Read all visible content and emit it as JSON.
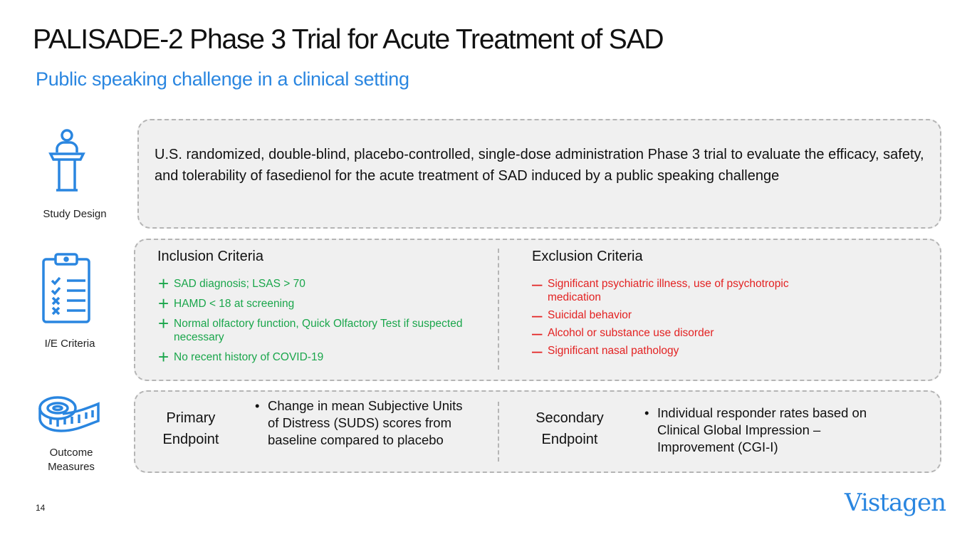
{
  "title": "PALISADE-2 Phase 3 Trial for Acute Treatment of SAD",
  "subtitle": "Public speaking challenge in a clinical setting",
  "sections": {
    "study_design": {
      "label": "Study Design",
      "text": "U.S. randomized, double-blind, placebo-controlled, single-dose administration Phase 3 trial to evaluate the efficacy, safety, and tolerability of fasedienol for the acute treatment of SAD induced by a public speaking challenge"
    },
    "ie": {
      "label": "I/E Criteria",
      "inclusion_heading": "Inclusion Criteria",
      "inclusion": [
        "SAD diagnosis; LSAS > 70",
        "HAMD < 18 at screening",
        "Normal olfactory function, Quick Olfactory Test if suspected necessary",
        "No recent history of COVID-19"
      ],
      "exclusion_heading": "Exclusion Criteria",
      "exclusion": [
        "Significant psychiatric illness, use of psychotropic medication",
        "Suicidal behavior",
        "Alcohol or substance use disorder",
        "Significant nasal pathology"
      ]
    },
    "outcome": {
      "label_1": "Outcome",
      "label_2": "Measures",
      "primary_1": "Primary",
      "primary_2": "Endpoint",
      "primary_text": "Change in mean Subjective Units of Distress (SUDS) scores from baseline compared to placebo",
      "secondary_1": "Secondary",
      "secondary_2": "Endpoint",
      "secondary_text": "Individual responder rates based on Clinical Global Impression – Improvement (CGI-I)"
    }
  },
  "symbols": {
    "plus": "+",
    "minus": "–",
    "bullet": "•"
  },
  "page_number": "14",
  "logo": "Vistagen",
  "colors": {
    "accent": "#2a86e0",
    "inclusion": "#1aa64b",
    "exclusion": "#e32222"
  }
}
